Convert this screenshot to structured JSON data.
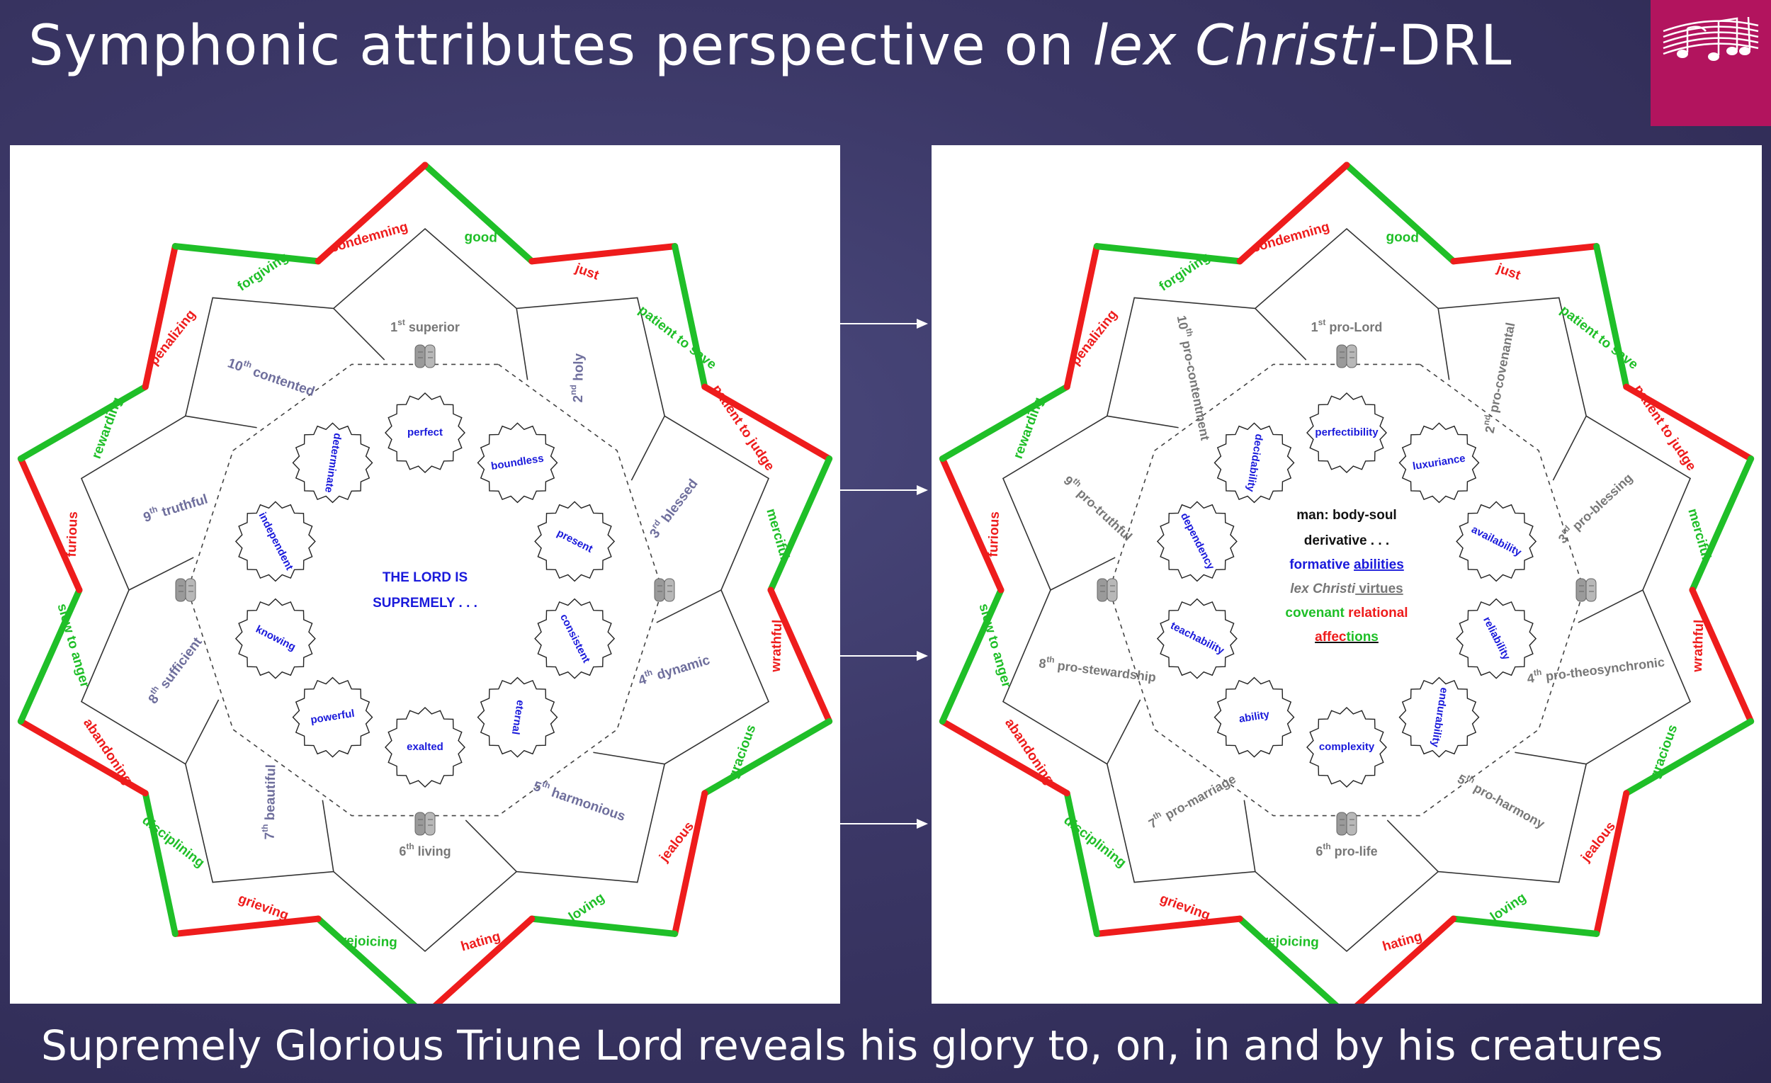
{
  "title": {
    "pre": "Symphonic attributes perspective on ",
    "italic": "lex Christi",
    "post": "-DRL"
  },
  "footer": "Supremely Glorious Triune Lord reveals his glory to, on, in and by his creatures",
  "logo_icon": "music-notes-icon",
  "colors": {
    "green": "#1fbf28",
    "red": "#ee1c1c",
    "blue": "#1a1adb",
    "magenta": "#b2145e"
  },
  "outer_attributes": [
    {
      "text": "good",
      "color": "green"
    },
    {
      "text": "just",
      "color": "red"
    },
    {
      "text": "patient to save",
      "color": "green"
    },
    {
      "text": "patient to judge",
      "color": "red"
    },
    {
      "text": "merciful",
      "color": "green"
    },
    {
      "text": "wrathful",
      "color": "red"
    },
    {
      "text": "gracious",
      "color": "green"
    },
    {
      "text": "jealous",
      "color": "red"
    },
    {
      "text": "loving",
      "color": "green"
    },
    {
      "text": "hating",
      "color": "red"
    },
    {
      "text": "rejoicing",
      "color": "green"
    },
    {
      "text": "grieving",
      "color": "red"
    },
    {
      "text": "disciplining",
      "color": "green"
    },
    {
      "text": "abandoning",
      "color": "red"
    },
    {
      "text": "slow to anger",
      "color": "green"
    },
    {
      "text": "furious",
      "color": "red"
    },
    {
      "text": "rewarding",
      "color": "green"
    },
    {
      "text": "penalizing",
      "color": "red"
    },
    {
      "text": "forgiving",
      "color": "green"
    },
    {
      "text": "condemning",
      "color": "red"
    }
  ],
  "left": {
    "center_line1": "THE LORD IS",
    "center_line2": "SUPREMELY . . .",
    "middle": [
      {
        "num": "1",
        "sup": "st",
        "word": "superior"
      },
      {
        "num": "2",
        "sup": "nd",
        "word": "holy"
      },
      {
        "num": "3",
        "sup": "rd",
        "word": "blessed"
      },
      {
        "num": "4",
        "sup": "th",
        "word": "dynamic"
      },
      {
        "num": "5",
        "sup": "th",
        "word": "harmonious"
      },
      {
        "num": "6",
        "sup": "th",
        "word": "living"
      },
      {
        "num": "7",
        "sup": "th",
        "word": "beautiful"
      },
      {
        "num": "8",
        "sup": "th",
        "word": "sufficient"
      },
      {
        "num": "9",
        "sup": "th",
        "word": "truthful"
      },
      {
        "num": "10",
        "sup": "th",
        "word": "contented"
      }
    ],
    "bubbles": [
      "perfect",
      "boundless",
      "present",
      "consistent",
      "eternal",
      "exalted",
      "powerful",
      "knowing",
      "independent",
      "determinate"
    ]
  },
  "right": {
    "center": {
      "line1": "man: body-soul",
      "line2": "derivative . . .",
      "l3a": "formative ",
      "l3b": "abilities",
      "l4a": "lex Christi",
      "l4b": " virtues",
      "l5a": "covenant ",
      "l5b": "relational",
      "l6a": "affec",
      "l6b": "tions"
    },
    "middle": [
      {
        "num": "1",
        "sup": "st",
        "word": "pro-Lord"
      },
      {
        "num": "2",
        "sup": "nd",
        "word": "pro-covenantal"
      },
      {
        "num": "3",
        "sup": "rd",
        "word": "pro-blessing"
      },
      {
        "num": "4",
        "sup": "th",
        "word": "pro-theosynchronic"
      },
      {
        "num": "5",
        "sup": "th",
        "word": "pro-harmony"
      },
      {
        "num": "6",
        "sup": "th",
        "word": "pro-life"
      },
      {
        "num": "7",
        "sup": "th",
        "word": "pro-marriage"
      },
      {
        "num": "8",
        "sup": "th",
        "word": "pro-stewardship"
      },
      {
        "num": "9",
        "sup": "th",
        "word": "pro-truthful"
      },
      {
        "num": "10",
        "sup": "th",
        "word": "pro-contentment"
      }
    ],
    "bubbles": [
      "perfectibility",
      "luxuriance",
      "availability",
      "reliability",
      "endurability",
      "complexity",
      "ability",
      "teachability",
      "dependency",
      "decidability"
    ]
  }
}
